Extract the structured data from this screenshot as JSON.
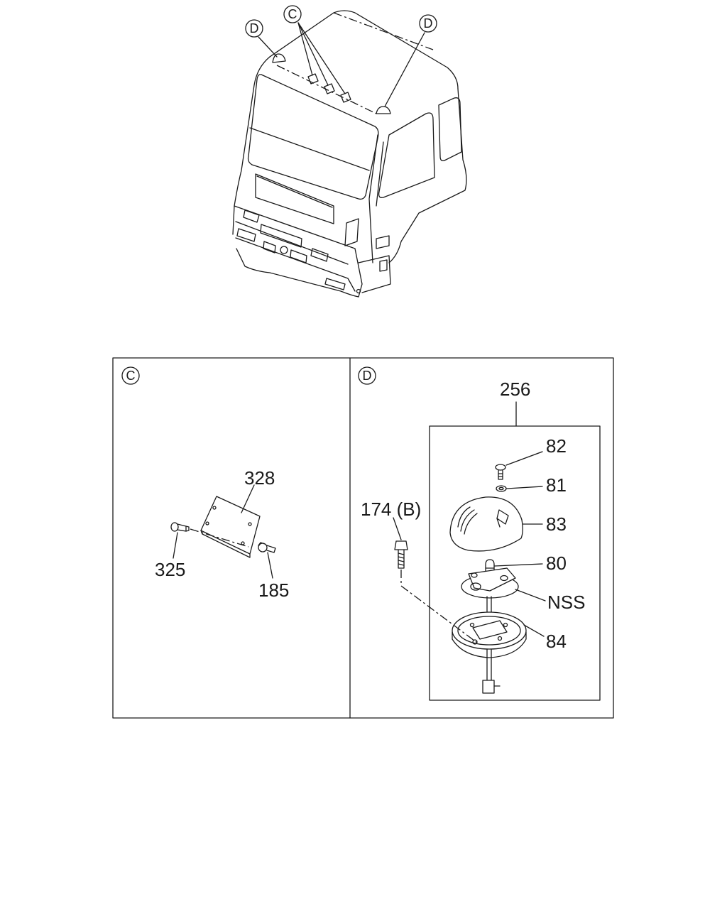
{
  "overview": {
    "callouts": {
      "c": "C",
      "d_left": "D",
      "d_right": "D"
    }
  },
  "panel_c": {
    "letter": "C",
    "labels": {
      "p328": "328",
      "p325": "325",
      "p185": "185"
    }
  },
  "panel_d": {
    "letter": "D",
    "labels": {
      "p256": "256",
      "p82": "82",
      "p81": "81",
      "p83": "83",
      "p80": "80",
      "nss": "NSS",
      "p84": "84",
      "p174": "174 (B)"
    }
  }
}
